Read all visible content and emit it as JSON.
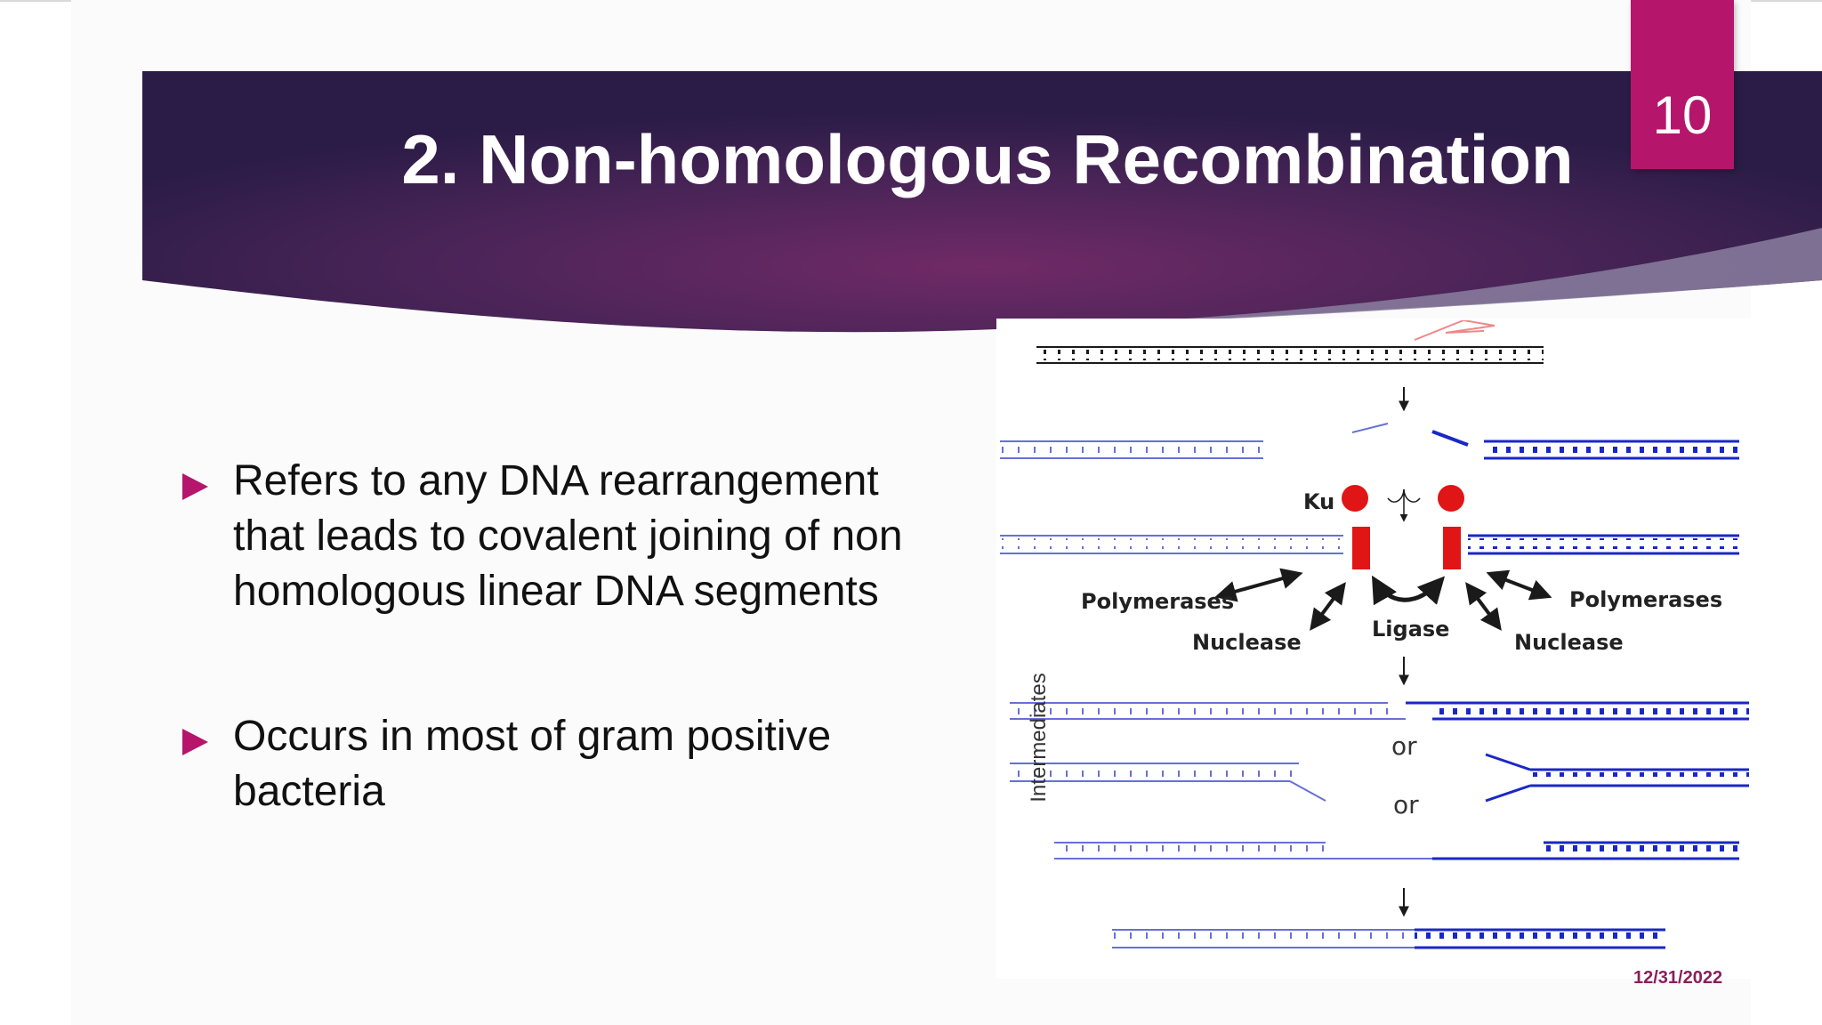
{
  "slide": {
    "number": "10",
    "title": "2. Non-homologous Recombination",
    "bullets": [
      "Refers to any DNA rearrangement\nthat leads to covalent joining of non\nhomologous linear DNA segments",
      "Occurs in most of gram positive\nbacteria"
    ],
    "date": "12/31/2022"
  },
  "figure": {
    "labels": {
      "ku": "Ku",
      "polymerases_left": "Polymerases",
      "polymerases_right": "Polymerases",
      "nuclease_left": "Nuclease",
      "nuclease_right": "Nuclease",
      "ligase": "Ligase",
      "or_1": "or",
      "or_2": "or",
      "intermediates": "Intermediates"
    }
  },
  "colors": {
    "banner_dark": "#2b1c48",
    "banner_mid": "#6c2a62",
    "accent": "#b5166b",
    "dna_blue": "#1a27c8",
    "dna_light": "#4a55d6",
    "ku_red": "#e01515"
  }
}
